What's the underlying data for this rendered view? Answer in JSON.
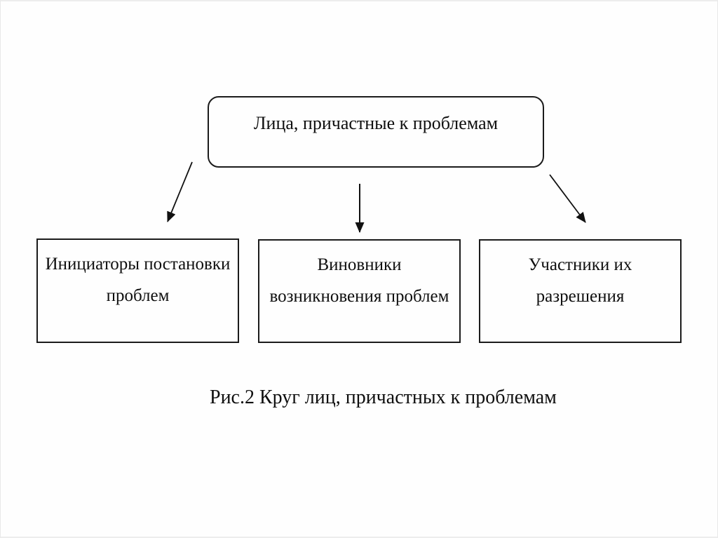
{
  "figure": {
    "root": {
      "label": "Лица, причастные к проблемам"
    },
    "children": [
      {
        "id": "initiators",
        "label": "Инициаторы постановки\nпроблем"
      },
      {
        "id": "culprits",
        "label": "Виновники\nвозникновения проблем"
      },
      {
        "id": "resolvers",
        "label": "Участники их\nразрешения"
      }
    ],
    "caption": "Рис.2 Круг лиц, причастных к проблемам"
  },
  "colors": {
    "border": "#1b1b1b",
    "text": "#0f0f0f",
    "background": "#fefefe",
    "page_frame": "#e9e9e9"
  }
}
